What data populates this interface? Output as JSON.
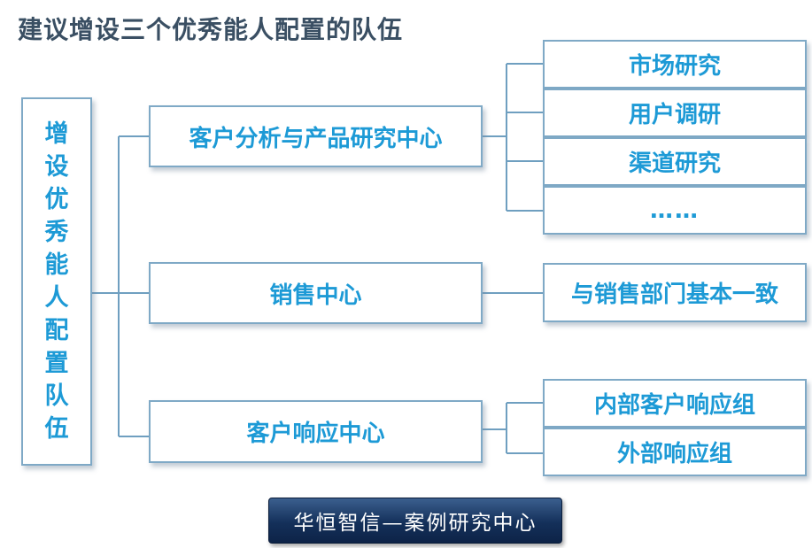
{
  "title": "建议增设三个优秀能人配置的队伍",
  "root": {
    "chars": [
      "增",
      "设",
      "优",
      "秀",
      "能",
      "人",
      "配",
      "置",
      "队",
      "伍"
    ]
  },
  "centers": [
    {
      "label": "客户分析与产品研究中心",
      "items": [
        "市场研究",
        "用户调研",
        "渠道研究",
        "……"
      ]
    },
    {
      "label": "销售中心",
      "items": [
        "与销售部门基本一致"
      ]
    },
    {
      "label": "客户响应中心",
      "items": [
        "内部客户响应组",
        "外部响应组"
      ]
    }
  ],
  "footer": "华恒智信—案例研究中心",
  "colors": {
    "box_text": "#1d9ad6",
    "box_border": "#7fa9c6",
    "connector": "#6f9fc0",
    "title": "#3a4f63",
    "footer_bg": "#14305a"
  }
}
